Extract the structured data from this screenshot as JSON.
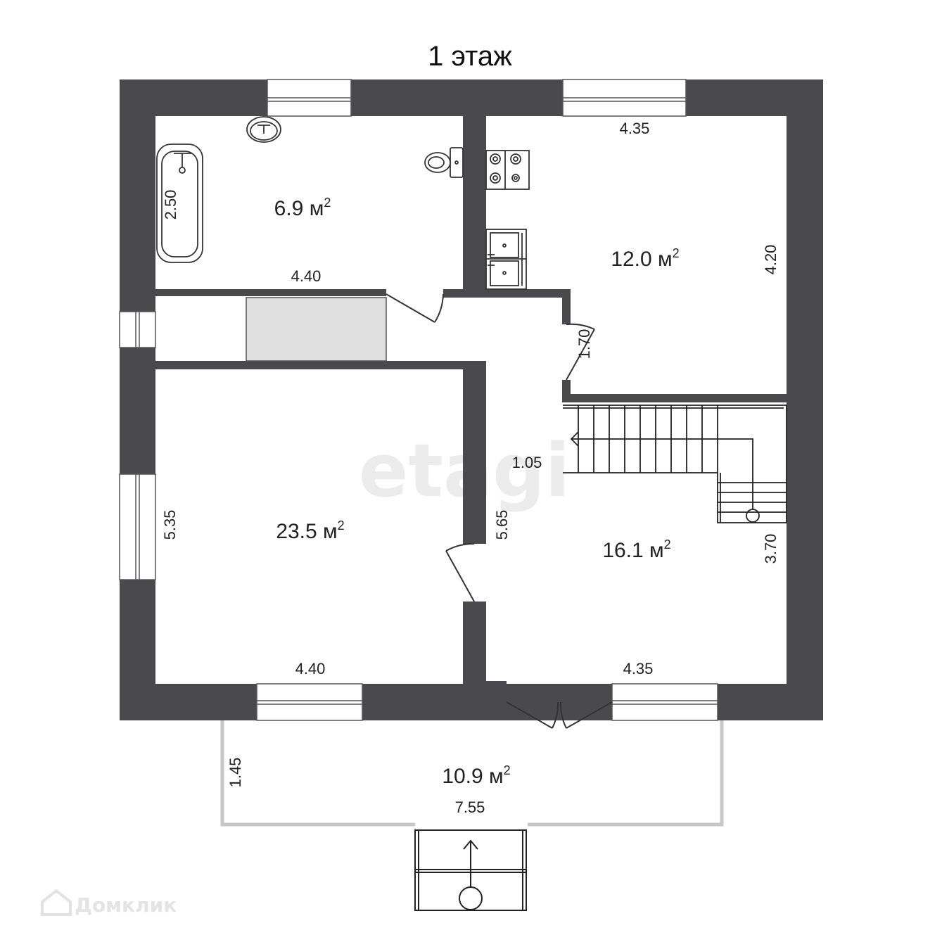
{
  "title": "1 этаж",
  "rooms": {
    "bathroom": {
      "area": "6.9 м",
      "width": "4.40",
      "depth": "2.50"
    },
    "kitchen": {
      "area": "12.0 м",
      "width": "4.35",
      "depth": "4.20"
    },
    "living_room": {
      "area": "23.5 м",
      "width": "4.40",
      "depth": "5.35"
    },
    "hall": {
      "area": "16.1 м",
      "width": "4.35",
      "depth": "3.70"
    },
    "terrace": {
      "area": "10.9 м",
      "width": "7.55",
      "depth": "1.45"
    }
  },
  "area_unit_exp": "2",
  "corridor": {
    "width": "1.05",
    "length": "5.65",
    "door_span": "1.70"
  },
  "watermarks": {
    "center": "etagi",
    "corner": "Домклик"
  },
  "colors": {
    "wall": "#4a4a4d",
    "pantry": "#e0e0e0",
    "line": "#333333",
    "watermark": "#ececec"
  },
  "icons": [
    "bathtub-icon",
    "sink-icon",
    "toilet-icon",
    "stove-icon",
    "kitchen-sink-icon",
    "stairs-icon",
    "entrance-steps-icon",
    "door-icon",
    "window-icon",
    "domclick-logo-icon"
  ]
}
